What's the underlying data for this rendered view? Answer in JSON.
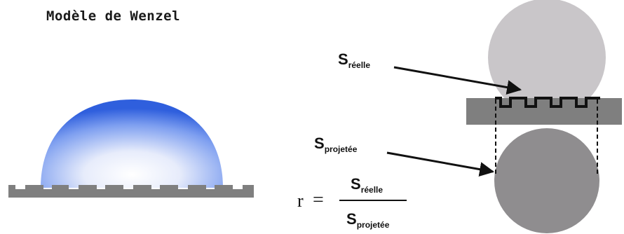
{
  "title": "Modèle de Wenzel",
  "labels": {
    "s_reelle": {
      "main": "S",
      "sub": "réelle"
    },
    "s_projetee": {
      "main": "S",
      "sub": "projetée"
    }
  },
  "formula": {
    "lhs": "r",
    "equals": "=",
    "numerator": {
      "main": "S",
      "sub": "réelle"
    },
    "denominator": {
      "main": "S",
      "sub": "projetée"
    }
  },
  "colors": {
    "drop_edge": "#2f5fdd",
    "drop_center": "#ffffff",
    "surface": "#7f7f7f",
    "circle_top": "#c9c6c9",
    "circle_bottom": "#8f8d8f",
    "ink": "#111111"
  }
}
